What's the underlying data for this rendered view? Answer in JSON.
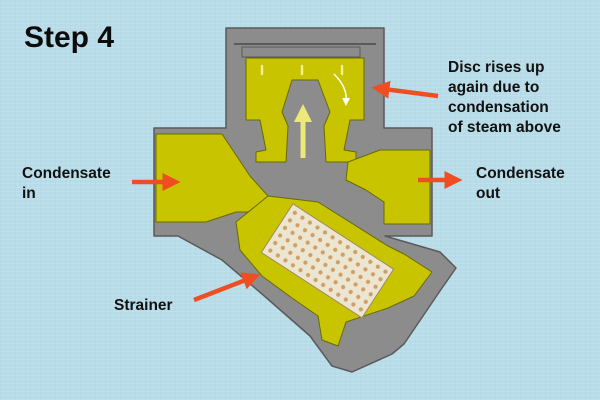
{
  "title": "Step 4",
  "labels": {
    "condensate_in": [
      "Condensate",
      "in"
    ],
    "condensate_out": [
      "Condensate",
      "out"
    ],
    "disc_note": [
      "Disc rises up",
      "again due to",
      "condensation",
      "of steam above"
    ],
    "strainer": "Strainer"
  },
  "colors": {
    "background": "#b9dce9",
    "body_grey": "#8c8c8c",
    "body_outline": "#5a5a5a",
    "condensate": "#c8c400",
    "condensate_light": "#ece97a",
    "arrow": "#ef4e22",
    "screen": "#ece5cf",
    "screen_dots": "#cf9f6a"
  }
}
